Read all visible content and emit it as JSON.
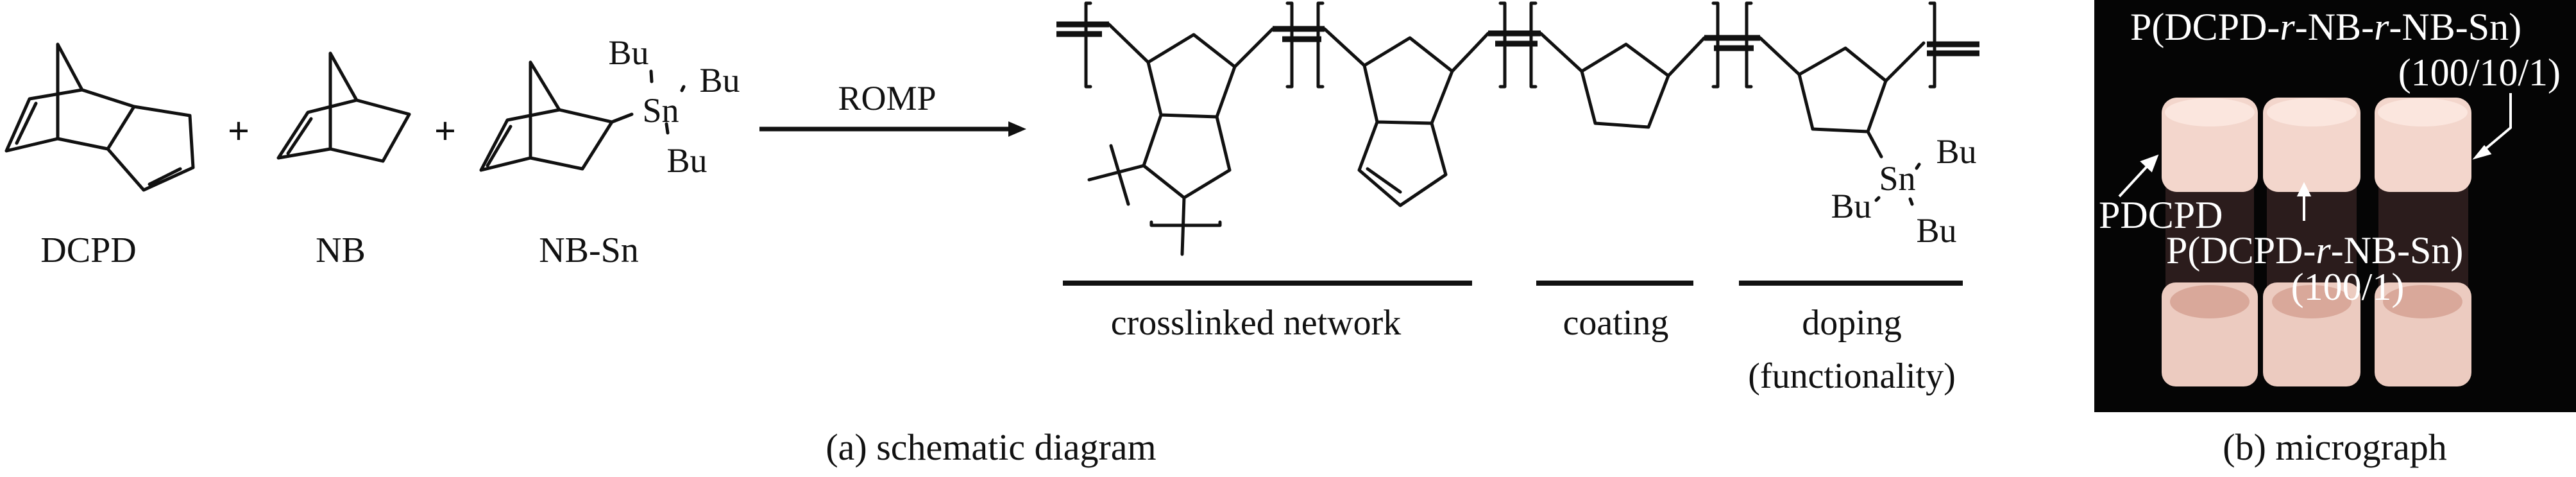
{
  "panel_a": {
    "caption": "(a) schematic diagram",
    "monomers": {
      "dcpd": "DCPD",
      "nb": "NB",
      "nb_sn": "NB-Sn",
      "plus": "+",
      "sn": "Sn",
      "bu": "Bu"
    },
    "reaction": "ROMP",
    "segments": {
      "crosslinked": "crosslinked network",
      "coating": "coating",
      "doping": "doping",
      "doping_sub": "(functionality)"
    }
  },
  "panel_b": {
    "caption": "(b) micrograph",
    "label_terpolymer": [
      "P(DCPD-",
      "r",
      "-NB-",
      "r",
      "-NB-Sn)"
    ],
    "label_terpolymer_ratio": "(100/10/1)",
    "label_pdcpd": "PDCPD",
    "label_copolymer": [
      "P(DCPD-",
      "r",
      "-NB-Sn)"
    ],
    "label_copolymer_ratio": "(100/1)",
    "colors": {
      "background": "#050505",
      "cap": "#f3d6cc",
      "glass": "#2b1c1c"
    }
  }
}
